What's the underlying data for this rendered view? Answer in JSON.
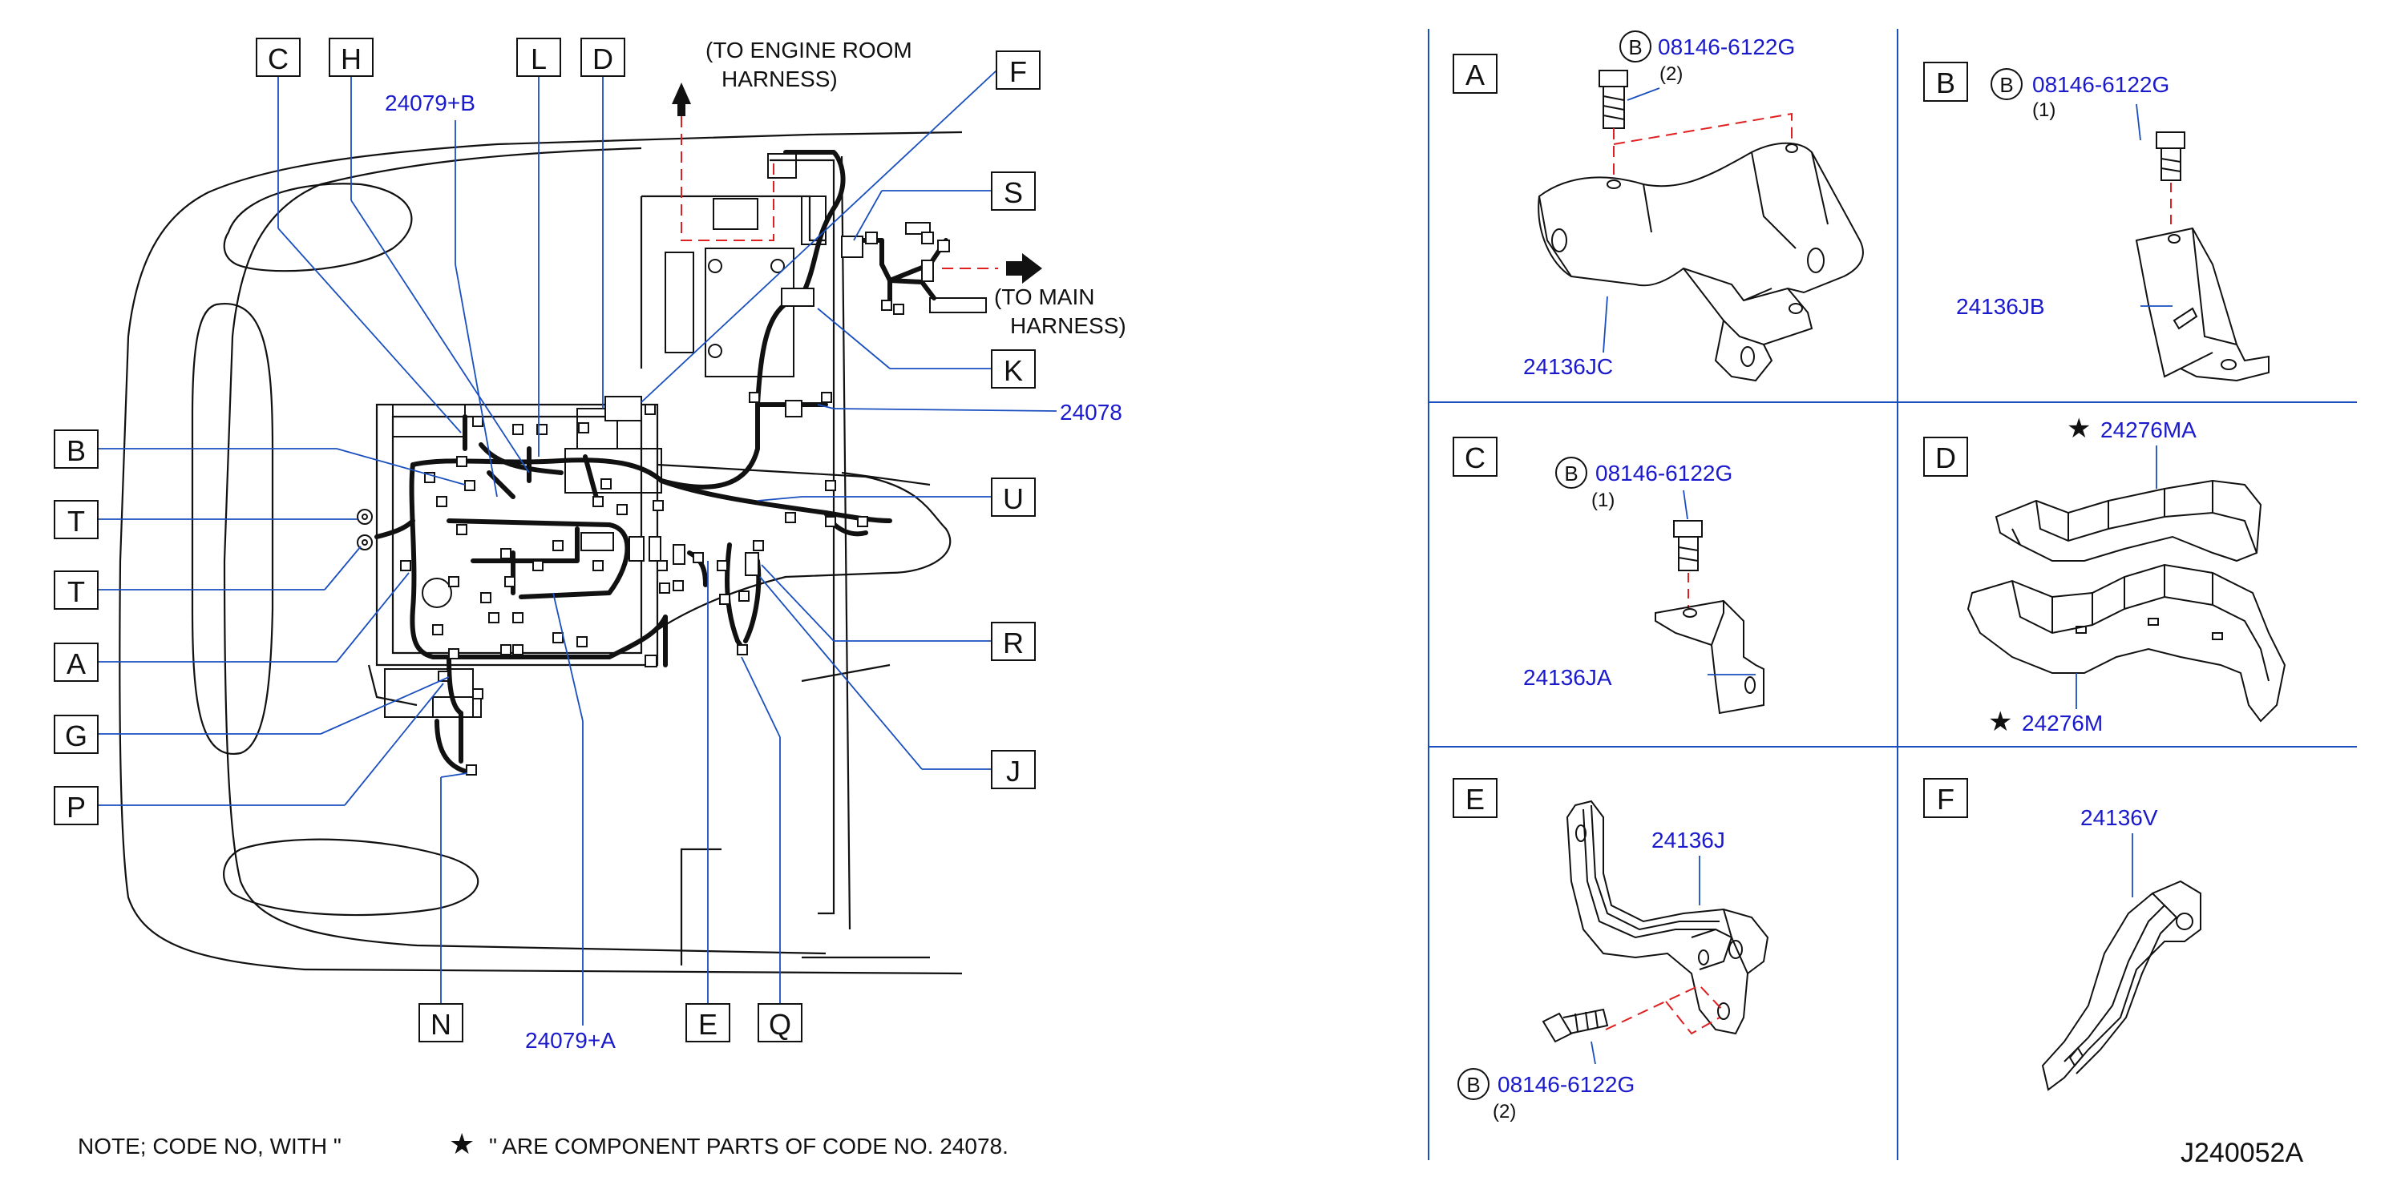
{
  "callout_letters": {
    "C": "C",
    "H": "H",
    "L": "L",
    "D": "D",
    "F": "F",
    "S": "S",
    "K": "K",
    "B": "B",
    "T1": "T",
    "T2": "T",
    "A": "A",
    "G": "G",
    "P": "P",
    "U": "U",
    "R": "R",
    "J": "J",
    "N": "N",
    "E": "E",
    "Q": "Q"
  },
  "main_labels": {
    "to_engine_line1": "(TO  ENGINE  ROOM",
    "to_engine_line2": "HARNESS)",
    "to_main_line1": "(TO  MAIN",
    "to_main_line2": "HARNESS)",
    "part_24079b": "24079+B",
    "part_24078": "24078",
    "part_24079a": "24079+A"
  },
  "note": {
    "text_before": "NOTE;     CODE  NO,  WITH  \"",
    "star": "★",
    "text_after": "\"  ARE   COMPONENT  PARTS  OF  CODE          NO. 24078."
  },
  "details": {
    "A": {
      "letter": "A",
      "bolt_prefix": "B",
      "bolt_part": "08146-6122G",
      "bolt_qty": "(2)",
      "part": "24136JC"
    },
    "B": {
      "letter": "B",
      "bolt_prefix": "B",
      "bolt_part": "08146-6122G",
      "bolt_qty": "(1)",
      "part": "24136JB"
    },
    "C": {
      "letter": "C",
      "bolt_prefix": "B",
      "bolt_part": "08146-6122G",
      "bolt_qty": "(1)",
      "part": "24136JA"
    },
    "D": {
      "letter": "D",
      "star": "★",
      "part_upper": "24276MA",
      "part_lower": "24276M"
    },
    "E": {
      "letter": "E",
      "bolt_prefix": "B",
      "bolt_part": "08146-6122G",
      "bolt_qty": "(2)",
      "part": "24136J"
    },
    "F": {
      "letter": "F",
      "part": "24136V"
    }
  },
  "drawing_code": "J240052A",
  "colors": {
    "line": "#111111",
    "leader": "#1a4fbf",
    "part_text": "#1a1acc",
    "dash": "#e02020"
  }
}
